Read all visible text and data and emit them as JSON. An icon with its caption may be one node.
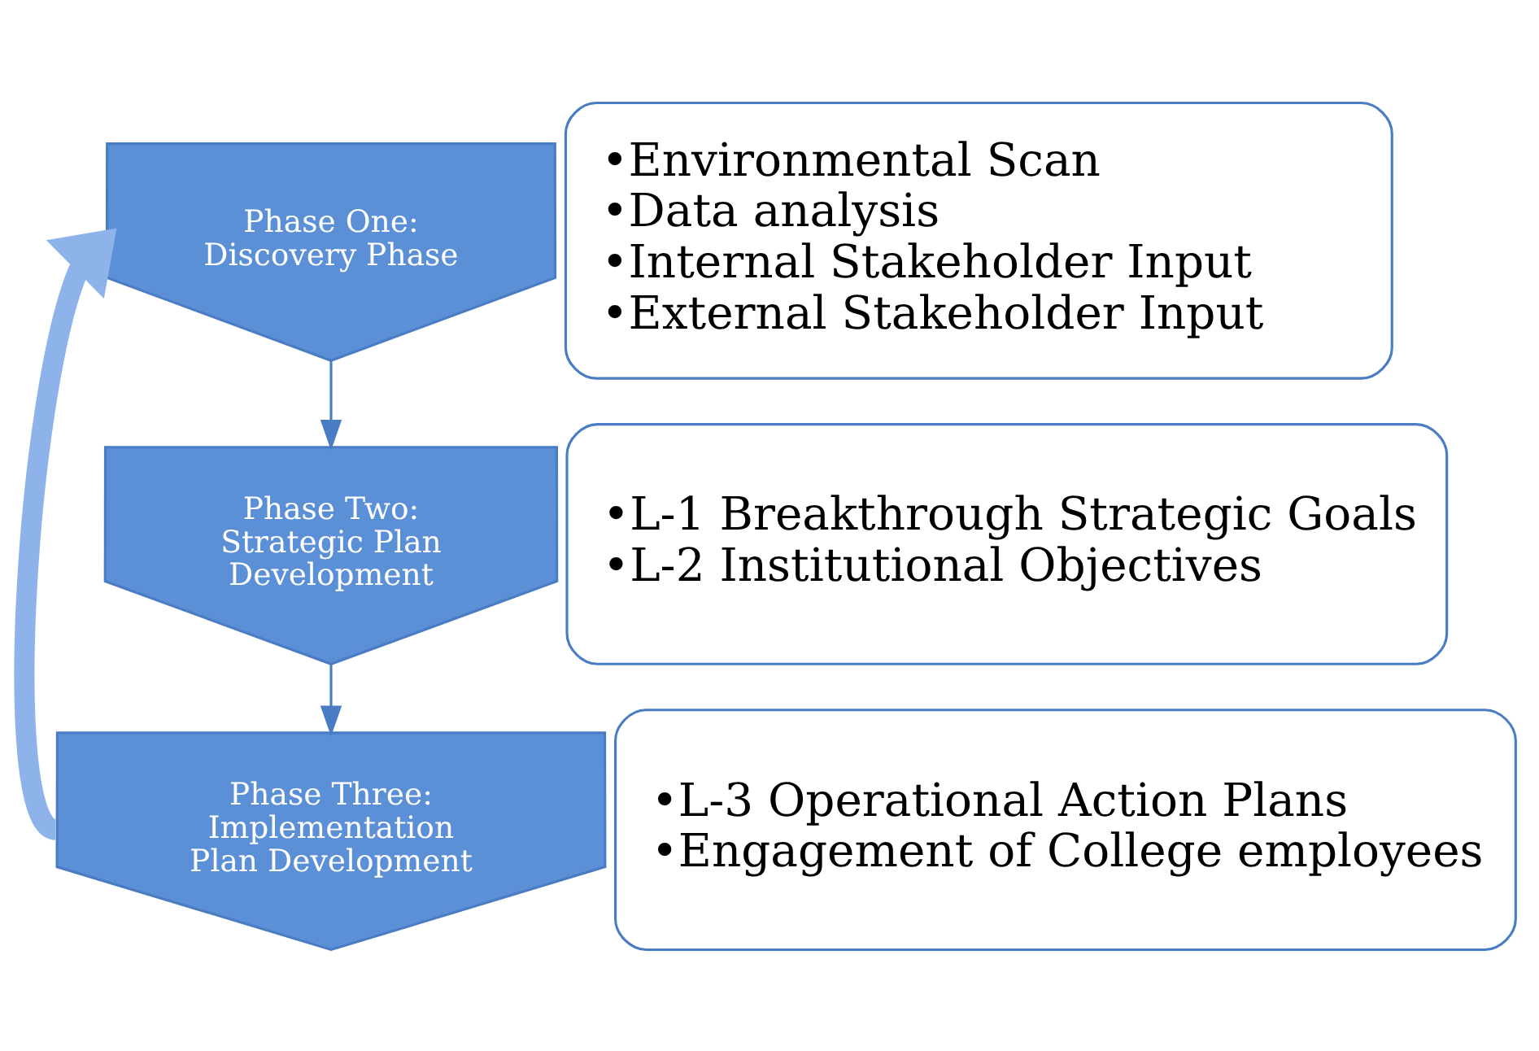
{
  "diagram": {
    "nodes": [
      {
        "text": [
          "Phase One: Discovery Phase"
        ]
      },
      {
        "text": [
          "•Environmental Scan",
          "•Data analysis",
          "•Internal Stakeholder Input",
          "•External Stakeholder Input"
        ]
      },
      {
        "text": [
          "Phase Two: Strategic Plan Development"
        ]
      },
      {
        "text": [
          "•L-1 Breakthrough Strategic Goals",
          "•L-2 Institutional Objectives"
        ]
      },
      {
        "text": [
          "Phase Three: Implementation Plan Development"
        ]
      },
      {
        "text": [
          "•L-3 Operational Action Plans",
          "•Engagement of College employees"
        ]
      }
    ],
    "edges": [
      {
        "from": 0,
        "to": 2,
        "arrow": "to"
      },
      {
        "from": 2,
        "to": 4,
        "arrow": "to"
      },
      {
        "from": 4,
        "to": 0,
        "arrow": "to",
        "style": "thick",
        "color": "#8db3ea"
      }
    ]
  }
}
